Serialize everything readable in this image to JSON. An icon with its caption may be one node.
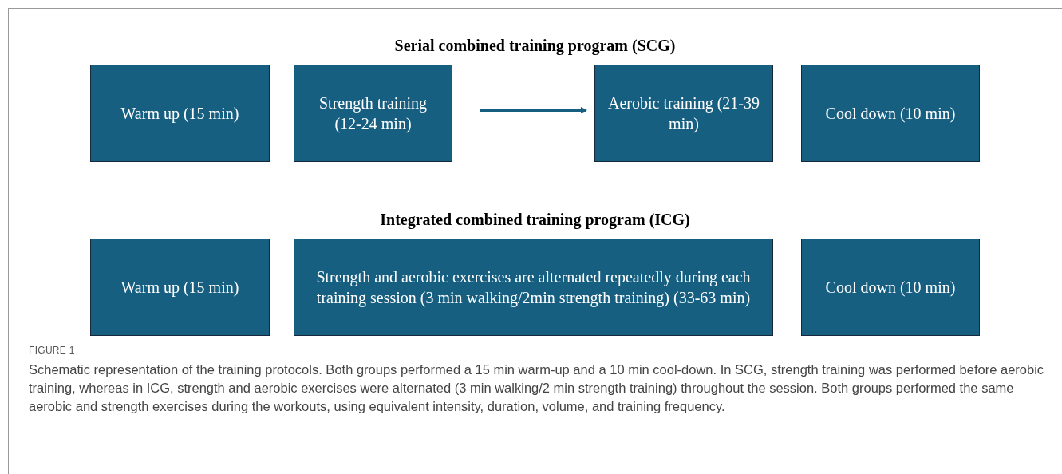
{
  "diagram": {
    "caption": "Schematic representation of the training protocols. Both groups performed a 15 min warm-up and a 10 min cool-down. In SCG, strength training was performed before aerobic training, whereas in ICG, strength and aerobic exercises were alternated (3 min walking/2 min strength training) throughout the session. Both groups performed the same aerobic and strength exercises during the workouts, using equivalent intensity, duration, volume, and training frequency.",
    "nodes": [
      {
        "text": [
          "Warm up (15 min)"
        ]
      },
      {
        "text": [
          "Strength training (12-24 min)"
        ]
      },
      {
        "text": [
          "Aerobic training (21-39 min)"
        ]
      },
      {
        "text": [
          "Cool down (10 min)"
        ]
      },
      {
        "text": [
          "Warm up (15 min)"
        ]
      },
      {
        "text": [
          "Strength and aerobic exercises are alternated repeatedly during each training session (3 min walking/2min strength training) (33-63 min)"
        ]
      },
      {
        "text": [
          "Cool down (10 min)"
        ]
      }
    ],
    "edges": [
      {
        "from": 1,
        "to": 2,
        "arrow": "to"
      }
    ],
    "labels": [
      "Serial combined training program (SCG)",
      "Integrated combined training program (ICG)",
      "FIGURE 1"
    ]
  }
}
